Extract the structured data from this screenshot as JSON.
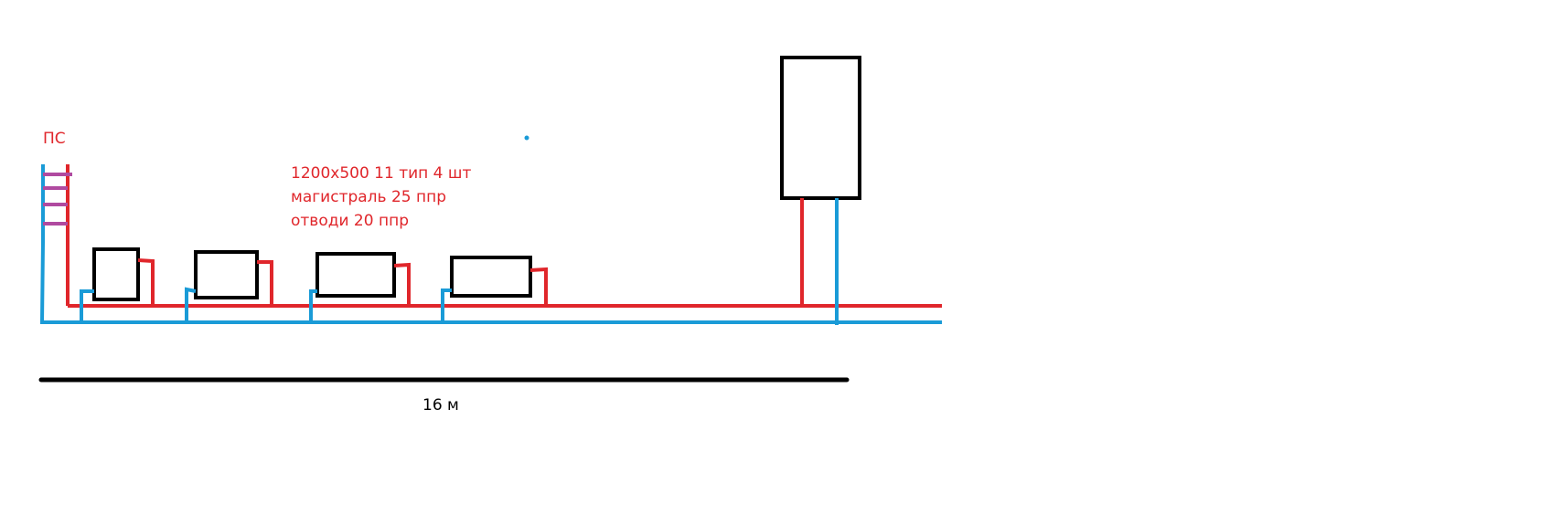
{
  "labels": {
    "riser": "ПС",
    "spec_line_1": "1200х500 11 тип 4 шт",
    "spec_line_2": "магистраль 25 ппр",
    "spec_line_3": "отводи 20 ппр",
    "length": "16 м"
  },
  "colors": {
    "supply": "#e0262b",
    "return": "#1a9bd7",
    "rung": "#b04aa0",
    "outline": "#000000"
  }
}
